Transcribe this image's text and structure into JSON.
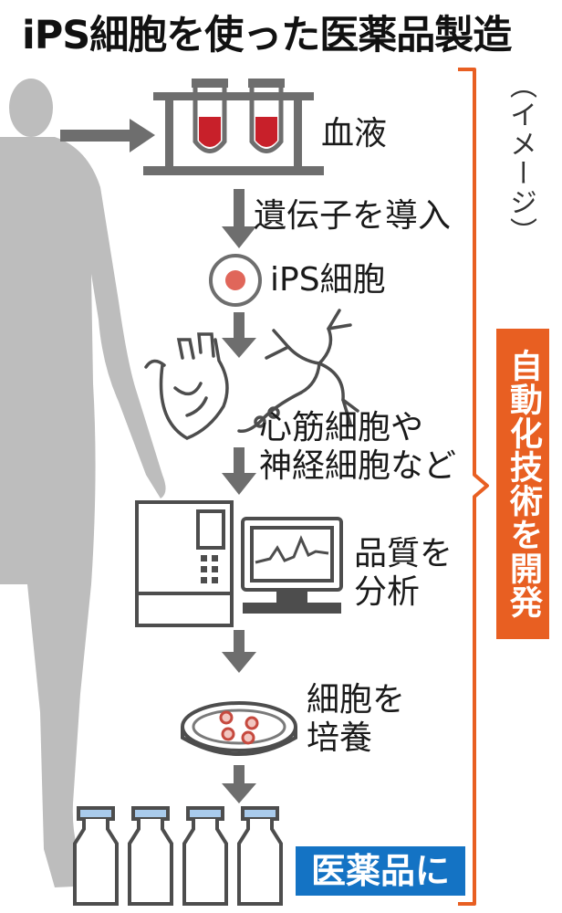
{
  "title": "iPS細胞を使った医薬品製造",
  "note": "（イメージ）",
  "steps": {
    "blood": "血液",
    "gene": "遺伝子を導入",
    "ips": "iPS細胞",
    "cells_line1": "心筋細胞や",
    "cells_line2": "神経細胞など",
    "analysis_line1": "品質を",
    "analysis_line2": "分析",
    "culture_line1": "細胞を",
    "culture_line2": "培養",
    "medicine": "医薬品に"
  },
  "automation": "自動化技術を開発",
  "colors": {
    "accent_orange": "#e85f22",
    "accent_blue": "#1473c4",
    "blood_red": "#c8202a",
    "gray": "#7a7a7a"
  }
}
